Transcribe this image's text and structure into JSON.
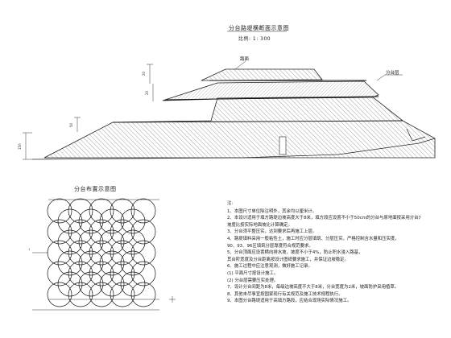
{
  "section": {
    "title": "分台路堤横断面示意图",
    "scale": "比例: 1: 300",
    "label_roadbed": "路面",
    "label_rubble": "分台层"
  },
  "layout_plan": {
    "title": "分台布置示意图"
  },
  "notes": {
    "heading": "注:",
    "lines": [
      "1、本图尺寸单位除注明外，其余均以厘米计。",
      "2、本设计适用于填方路堤边坡高度大于8米，填方段应设置不小于50cm的分台与原地面按采用分台方式，",
      "   坡度比按实际地面坡比计算确定。",
      "3、分台须平整压实，达到要求后再施工上层。",
      "4、路堤填料采用一般粘性土，施工时应分层填筑、分层压实，严格控制含水量和压实度，",
      "   90、93、96区填筑分层厚度符合规范要求。",
      "5、分台顶面应设置横向排水坡，坡度不小于4%，防止积水浸入路基，",
      "   其台阶宽度及分台距离按设计图纸要求施工，并保证边坡稳定。",
      "6、施工过程中应注意观测，做好施工记录。",
      "   (1) 平面尺寸按设计施工。",
      "   (2) 分台层需要压实处理。",
      "7、设计分台间距为8米，每级边坡高度不大于8米，分台宽度为2米，坡面防护采用植草。",
      "8、其他未尽事宜按国家现行有关规范及施工技术规程执行。",
      "9、本图分台路堤适用于高填方路段，应结合现场实际情况施工。"
    ]
  }
}
